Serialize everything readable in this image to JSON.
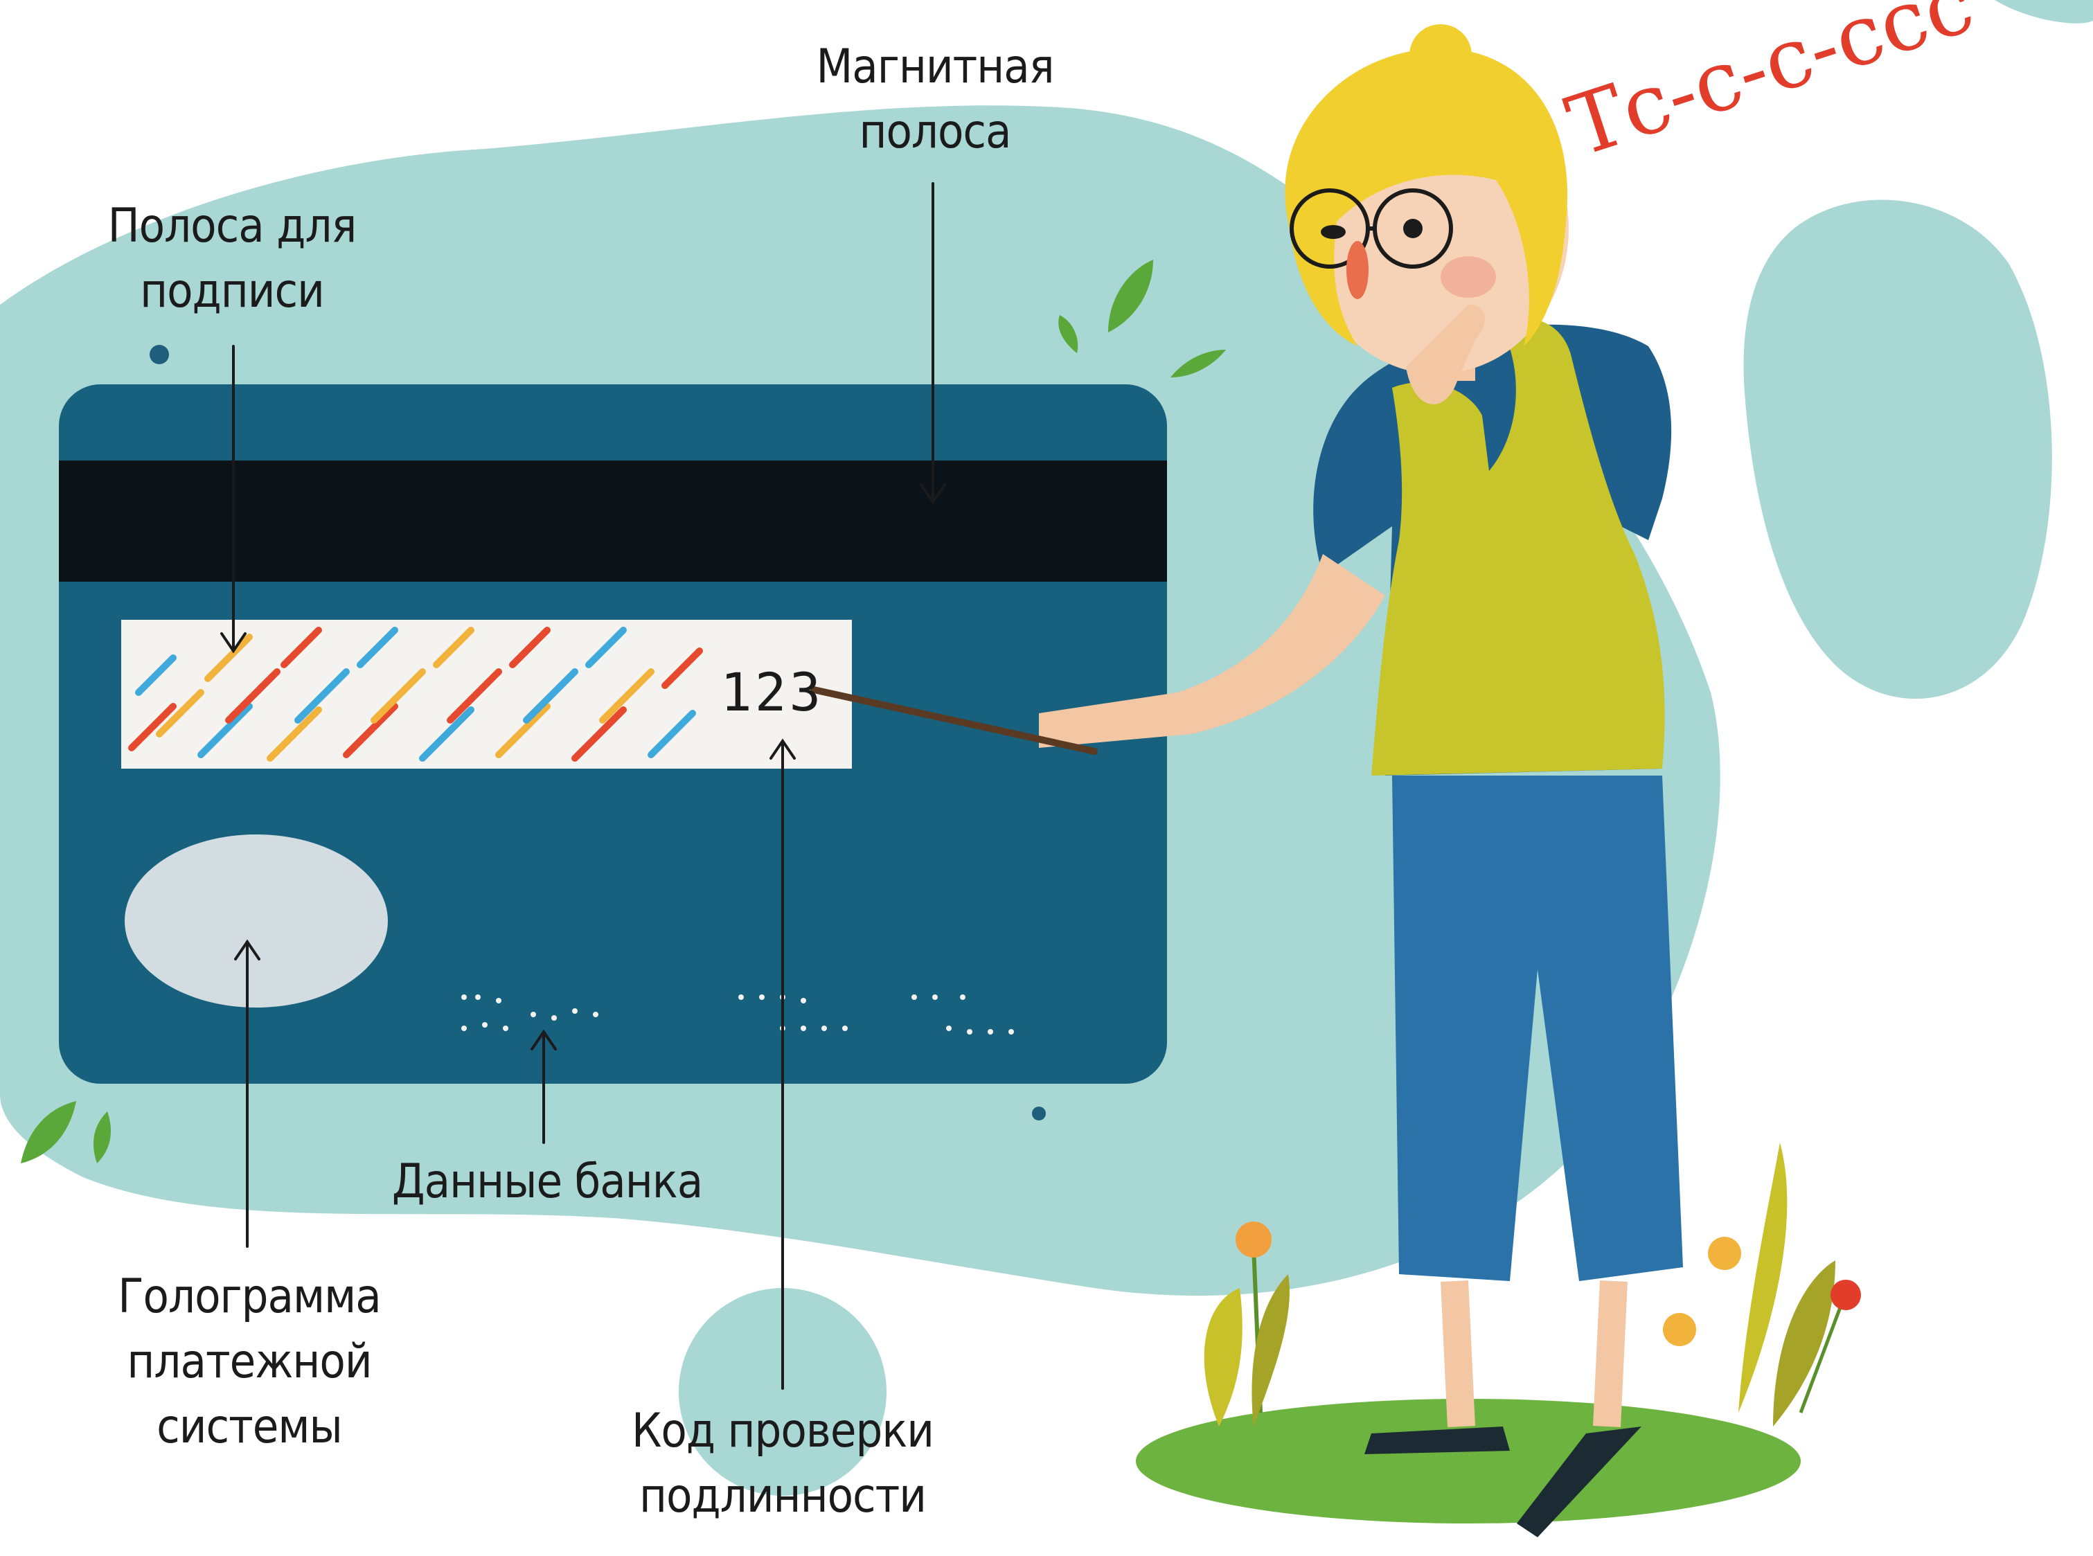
{
  "labels": {
    "magnetic_stripe": [
      "Магнитная",
      "полоса"
    ],
    "signature_strip": [
      "Полоса для",
      "подписи"
    ],
    "bank_data": [
      "Данные банка"
    ],
    "hologram": [
      "Голограмма",
      "платежной",
      "системы"
    ],
    "security_code": [
      "Код проверки",
      "подлинности"
    ]
  },
  "card": {
    "security_code_value": "123",
    "colors": {
      "card_body": "#17617f",
      "magnetic_stripe": "#0b1218",
      "signature_strip": "#f4f3ef",
      "hologram": "#d3dde1"
    }
  },
  "character": {
    "speech": "Тс-с-с-ссс",
    "speech_color": "#e23c2a"
  },
  "background": {
    "blob_color": "#a9d7d4",
    "grass_color": "#6db33f"
  }
}
